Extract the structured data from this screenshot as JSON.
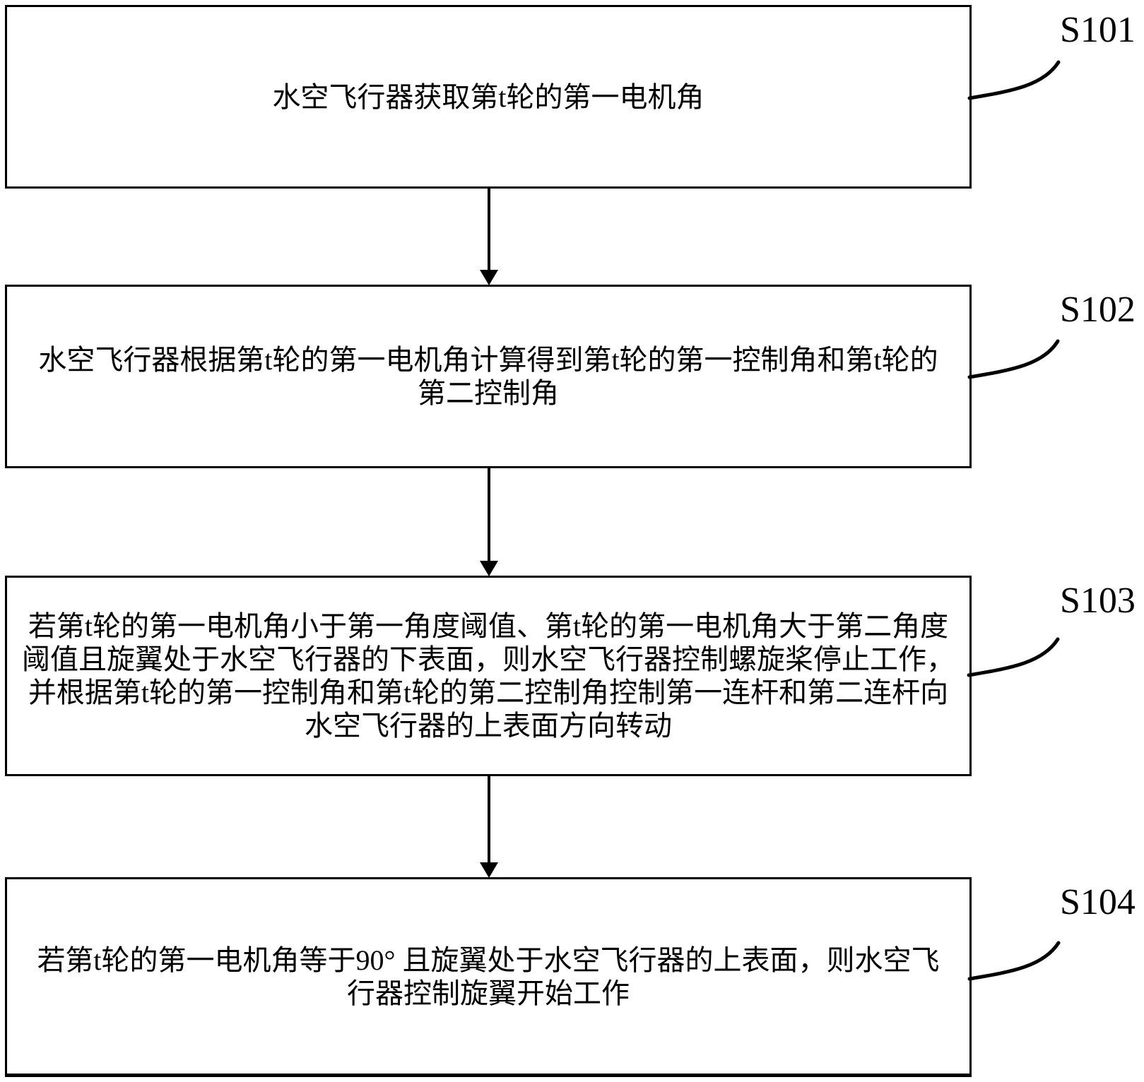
{
  "figure": {
    "type": "flowchart",
    "colors": {
      "line": "#000000",
      "background": "#ffffff"
    },
    "steps": [
      {
        "id": "S101",
        "label": "S101",
        "lines": [
          "水空飞行器获取第t轮的第一电机角"
        ]
      },
      {
        "id": "S102",
        "label": "S102",
        "lines": [
          "水空飞行器根据第t轮的第一电机角计算得到第t轮的第一控制角和第t轮的",
          "第二控制角"
        ]
      },
      {
        "id": "S103",
        "label": "S103",
        "lines": [
          "若第t轮的第一电机角小于第一角度阈值、第t轮的第一电机角大于第二角度",
          "阈值且旋翼处于水空飞行器的下表面，则水空飞行器控制螺旋桨停止工作，",
          "并根据第t轮的第一控制角和第t轮的第二控制角控制第一连杆和第二连杆向",
          "水空飞行器的上表面方向转动"
        ]
      },
      {
        "id": "S104",
        "label": "S104",
        "lines": [
          "若第t轮的第一电机角等于90° 且旋翼处于水空飞行器的上表面，则水空飞",
          "行器控制旋翼开始工作"
        ]
      }
    ]
  }
}
